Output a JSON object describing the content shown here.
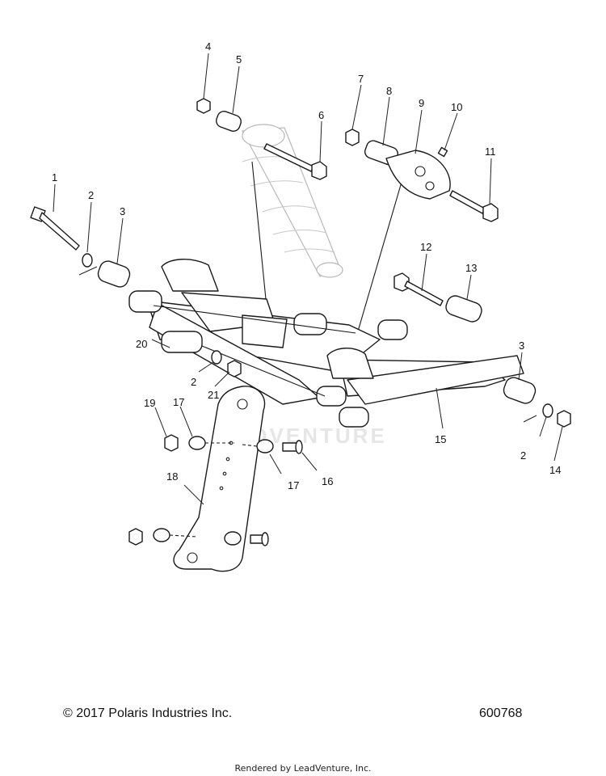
{
  "diagram": {
    "callouts": [
      "1",
      "2",
      "3",
      "4",
      "5",
      "6",
      "7",
      "8",
      "9",
      "10",
      "11",
      "12",
      "13",
      "3",
      "2",
      "14",
      "15",
      "16",
      "17",
      "17",
      "18",
      "19",
      "20",
      "2",
      "21"
    ],
    "watermark": "ADVENTURE"
  },
  "footer": {
    "copyright": "© 2017 Polaris Industries Inc.",
    "diagram_number": "600768",
    "rendered_by": "Rendered by LeadVenture, Inc."
  }
}
